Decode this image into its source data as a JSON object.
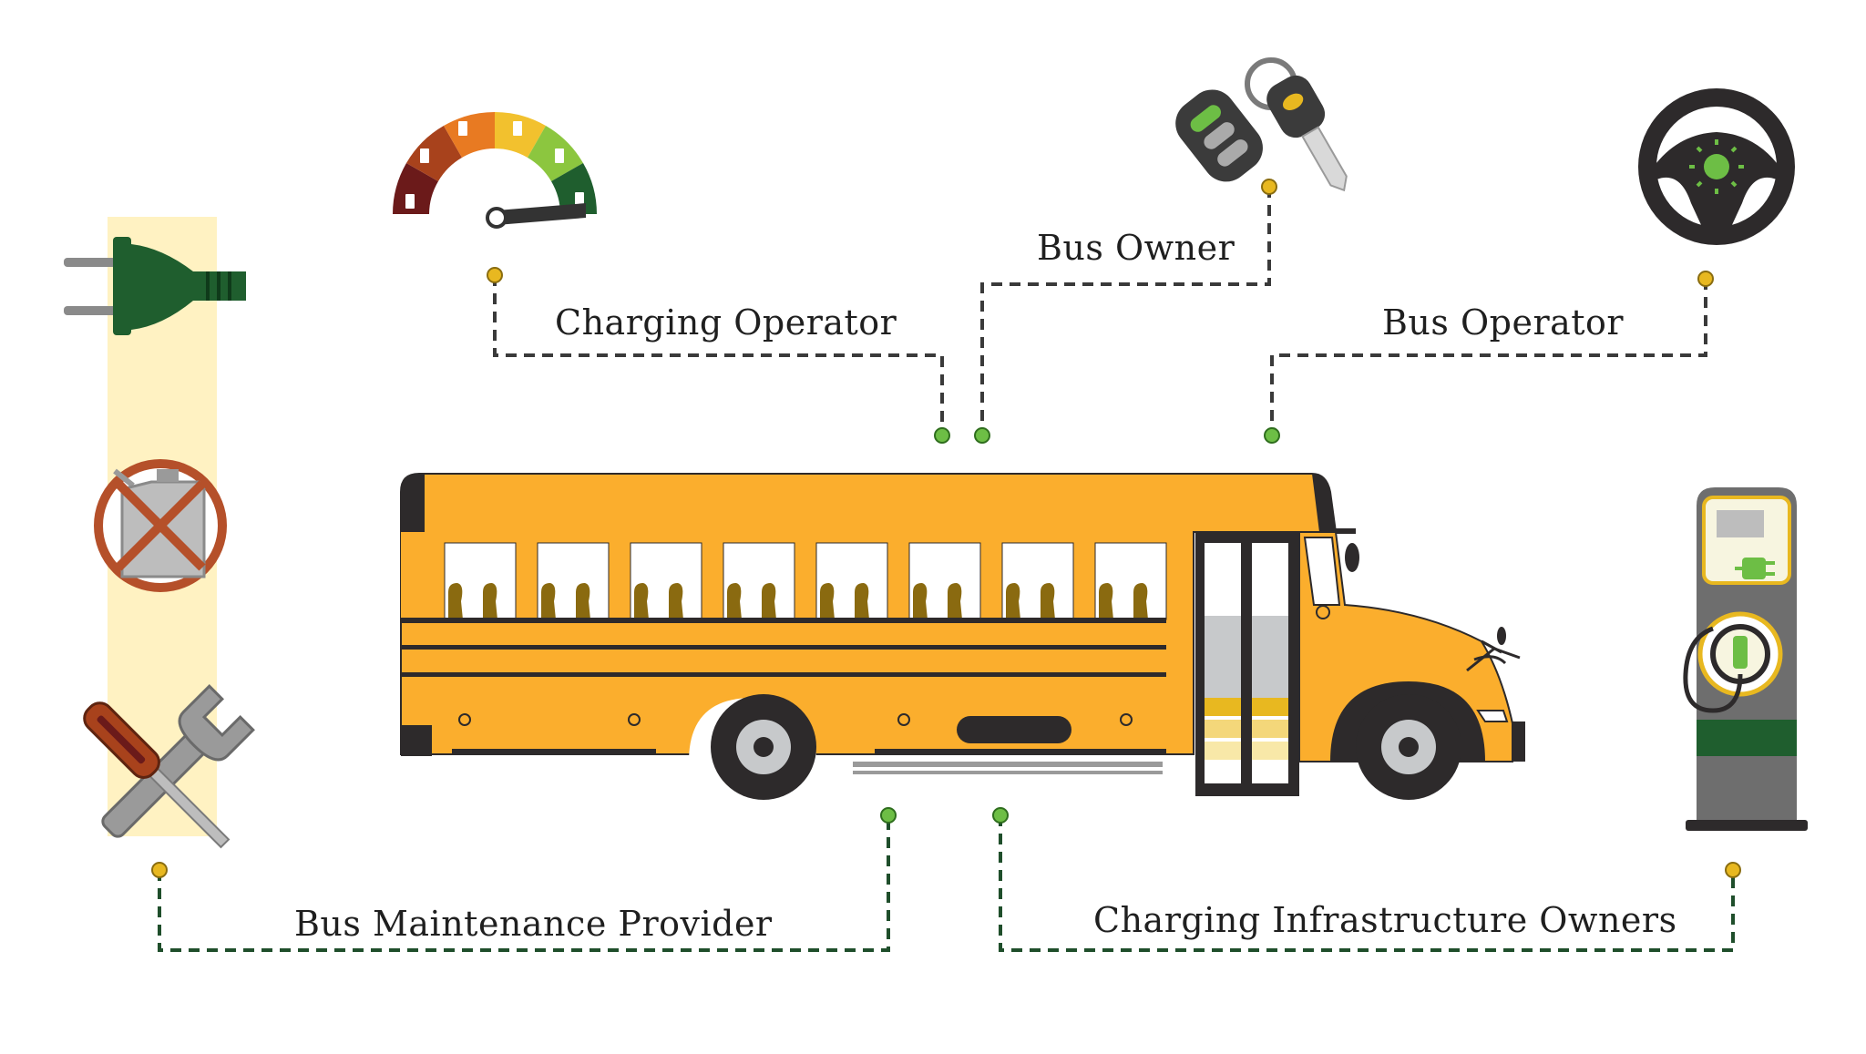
{
  "labels": {
    "charging_operator": "Charging Operator",
    "bus_owner": "Bus Owner",
    "bus_operator": "Bus Operator",
    "bus_maintenance_provider": "Bus Maintenance Provider",
    "charging_infrastructure_owners": "Charging Infrastructure Owners"
  },
  "icons": {
    "top_left": "battery-gauge-icon",
    "top_middle": "car-keys-icon",
    "top_right": "steering-wheel-icon",
    "left_column": [
      "electric-plug-icon",
      "no-fuel-can-icon",
      "wrench-screwdriver-icon"
    ],
    "right": "ev-charging-station-icon",
    "center": "school-bus-icon"
  },
  "colors": {
    "bus_yellow": "#FBAE2D",
    "dark_green": "#1F4E2B",
    "light_green": "#6DBE45",
    "connector_yellow": "#E8B820",
    "highlight_band": "#FFF2C2",
    "no_sign_red": "#B5502A",
    "dark_gray": "#2D2A2B"
  }
}
